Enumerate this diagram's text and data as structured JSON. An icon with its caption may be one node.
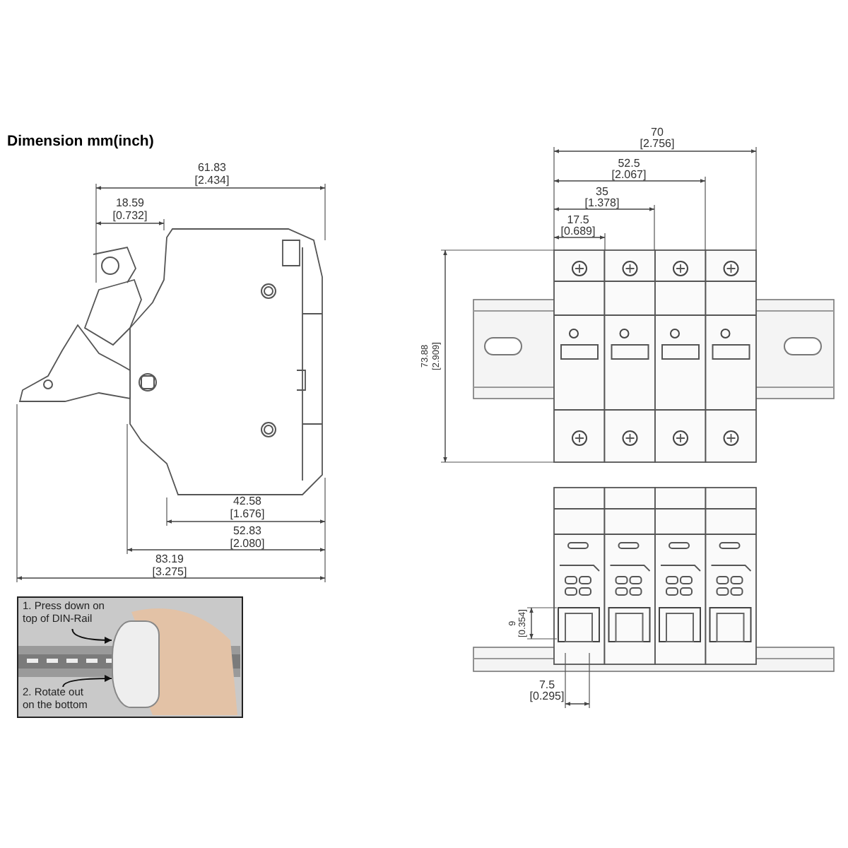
{
  "diagram": {
    "title": "Dimension mm(inch)",
    "nodes": [
      {
        "text": [],
        "shape": "picture"
      },
      {
        "text": [
          "1. Press down on top of DIN-Rail"
        ],
        "in": 0
      },
      {
        "text": [
          "2. Rotate out on the bottom"
        ],
        "in": 0
      },
      {
        "text": [],
        "shape": "box",
        "in": 0
      }
    ],
    "edges": [
      {
        "from": 1,
        "to": 3,
        "arrow": "to"
      },
      {
        "from": 2,
        "to": 3,
        "arrow": "to"
      }
    ],
    "labels": [
      "61.83",
      "[2.434]",
      "18.59",
      "[0.732]",
      "42.58",
      "[1.676]",
      "52.83",
      "[2.080]",
      "83.19",
      "[3.275]",
      "70",
      "[2.756]",
      "52.5",
      "[2.067]",
      "35",
      "[1.378]",
      "17.5",
      "[0.689]",
      "73.88",
      "[2.909]",
      "9",
      "[0.354]",
      "7.5",
      "[0.295]"
    ]
  }
}
